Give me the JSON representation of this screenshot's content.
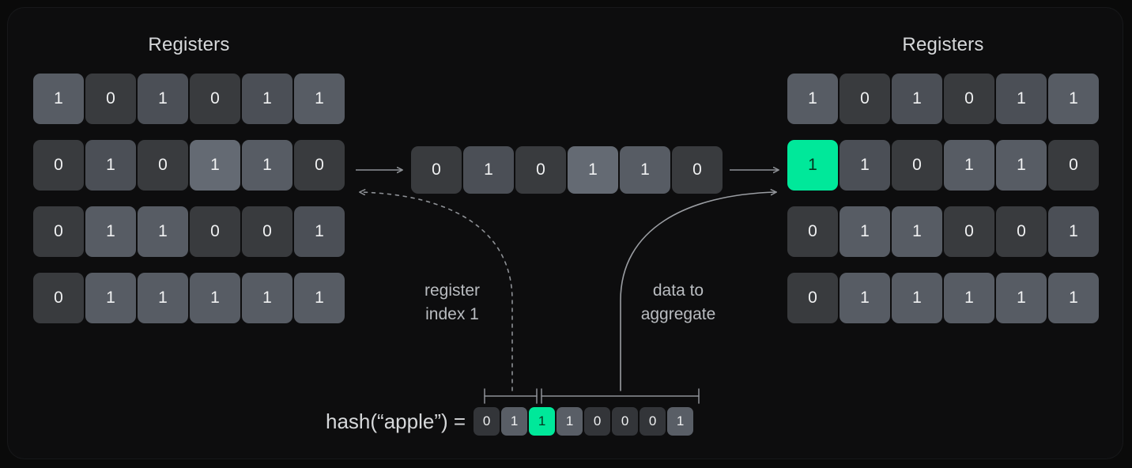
{
  "diagram": {
    "left_panel": {
      "title": "Registers",
      "rows": [
        {
          "bits": [
            "1",
            "0",
            "1",
            "0",
            "1",
            "1"
          ],
          "shades": [
            "s3",
            "s1",
            "s2",
            "s1",
            "s2",
            "s3"
          ]
        },
        {
          "bits": [
            "0",
            "1",
            "0",
            "1",
            "1",
            "0"
          ],
          "shades": [
            "s1",
            "s2",
            "s1",
            "s4",
            "s3",
            "s1"
          ]
        },
        {
          "bits": [
            "0",
            "1",
            "1",
            "0",
            "0",
            "1"
          ],
          "shades": [
            "s1",
            "s3",
            "s3",
            "s1",
            "s1",
            "s2"
          ]
        },
        {
          "bits": [
            "0",
            "1",
            "1",
            "1",
            "1",
            "1"
          ],
          "shades": [
            "s1",
            "s3",
            "s3",
            "s3",
            "s3",
            "s3"
          ]
        }
      ]
    },
    "right_panel": {
      "title": "Registers",
      "rows": [
        {
          "bits": [
            "1",
            "0",
            "1",
            "0",
            "1",
            "1"
          ],
          "shades": [
            "s3",
            "s1",
            "s2",
            "s1",
            "s2",
            "s3"
          ]
        },
        {
          "bits": [
            "1",
            "1",
            "0",
            "1",
            "1",
            "0"
          ],
          "shades": [
            "hl",
            "s2",
            "s1",
            "s3",
            "s3",
            "s1"
          ]
        },
        {
          "bits": [
            "0",
            "1",
            "1",
            "0",
            "0",
            "1"
          ],
          "shades": [
            "s1",
            "s3",
            "s3",
            "s1",
            "s1",
            "s2"
          ]
        },
        {
          "bits": [
            "0",
            "1",
            "1",
            "1",
            "1",
            "1"
          ],
          "shades": [
            "s1",
            "s3",
            "s3",
            "s3",
            "s3",
            "s3"
          ]
        }
      ]
    },
    "selected_register": {
      "bits": [
        "0",
        "1",
        "0",
        "1",
        "1",
        "0"
      ],
      "shades": [
        "s1",
        "s2",
        "s1",
        "s4",
        "s3",
        "s1"
      ]
    },
    "hash": {
      "label": "hash(“apple”) =",
      "bits": [
        "0",
        "1",
        "1",
        "1",
        "0",
        "0",
        "0",
        "1"
      ],
      "shades": [
        "d",
        "l",
        "hl",
        "l",
        "d",
        "d",
        "d",
        "l"
      ]
    },
    "annotations": {
      "register_index": "register\nindex 1",
      "data_to_aggregate": "data to\naggregate"
    },
    "colors": {
      "background": "#0d0d0e",
      "highlight": "#00e89a",
      "text": "#d6d8da",
      "arrow": "#8f9297"
    }
  }
}
